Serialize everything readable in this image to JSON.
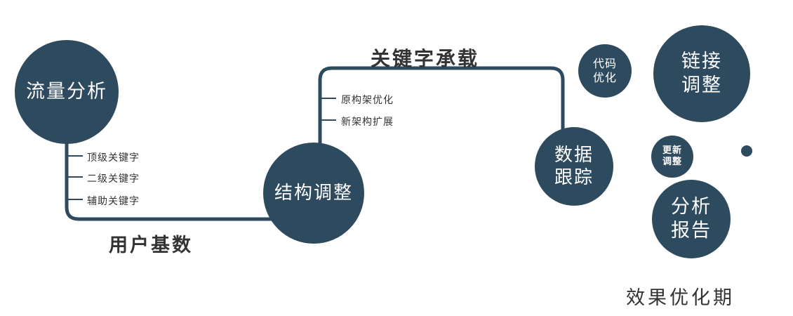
{
  "colors": {
    "primary": "#2d4a5e",
    "label_text": "#333333",
    "node_text": "#ffffff"
  },
  "nodes": {
    "traffic_analysis": {
      "label": "流量分析"
    },
    "structure_adjustment": {
      "label": "结构调整"
    },
    "data_tracking": {
      "lines": [
        "数据",
        "跟踪"
      ]
    },
    "code_optimization": {
      "lines": [
        "代码",
        "优化"
      ]
    },
    "link_adjustment": {
      "lines": [
        "链接",
        "调整"
      ]
    },
    "update_adjustment": {
      "lines": [
        "更新",
        "调整"
      ]
    },
    "analysis_report": {
      "lines": [
        "分析",
        "报告"
      ]
    }
  },
  "edge_labels": {
    "user_base": "用户基数",
    "keyword_bearing": "关键字承载"
  },
  "branches": {
    "traffic": [
      "顶级关键字",
      "二级关键字",
      "辅助关键字"
    ],
    "structure": [
      "原构架优化",
      "新架构扩展"
    ]
  },
  "footer_label": "效果优化期"
}
